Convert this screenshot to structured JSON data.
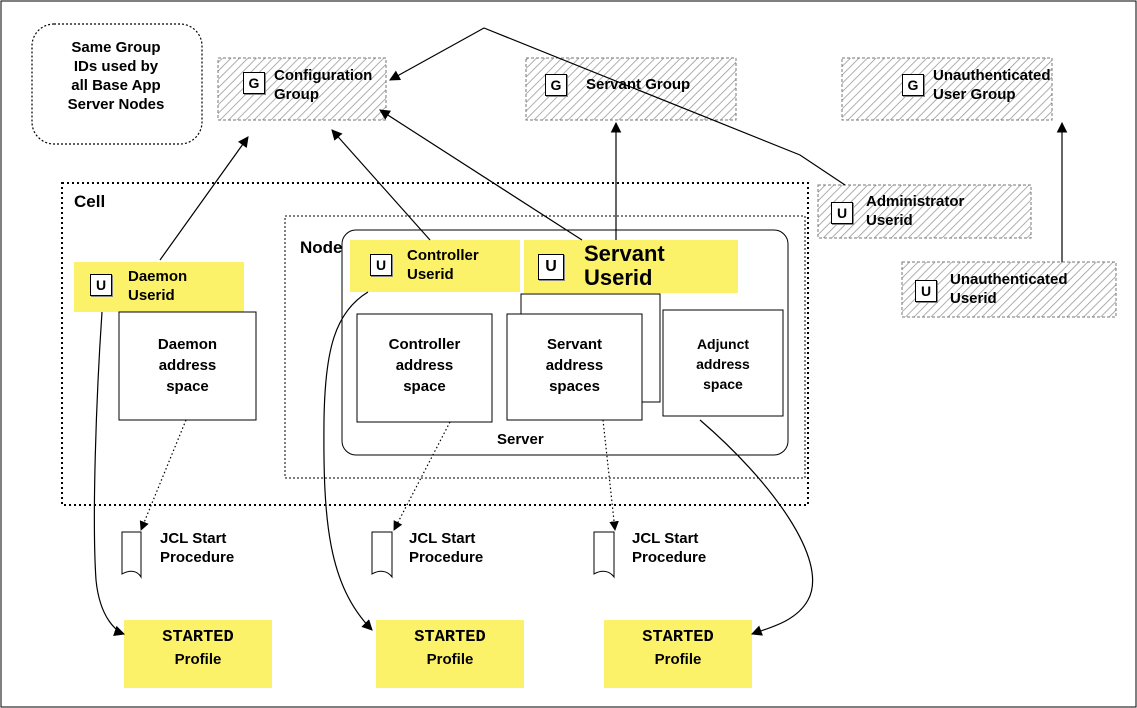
{
  "note": {
    "line1": "Same Group",
    "line2": "IDs used by",
    "line3": "all Base App",
    "line4": "Server Nodes"
  },
  "groups": {
    "configuration": {
      "badge": "G",
      "line1": "Configuration",
      "line2": "Group"
    },
    "servant": {
      "badge": "G",
      "line1": "Servant Group"
    },
    "unauthenticated": {
      "badge": "G",
      "line1": "Unauthenticated",
      "line2": "User Group"
    }
  },
  "userids": {
    "administrator": {
      "badge": "U",
      "line1": "Administrator",
      "line2": "Userid"
    },
    "unauthenticated": {
      "badge": "U",
      "line1": "Unauthenticated",
      "line2": "Userid"
    },
    "daemon": {
      "badge": "U",
      "line1": "Daemon",
      "line2": "Userid"
    },
    "controller": {
      "badge": "U",
      "line1": "Controller",
      "line2": "Userid"
    },
    "servant": {
      "badge": "U",
      "line1": "Servant",
      "line2": "Userid"
    }
  },
  "containers": {
    "cell": "Cell",
    "node": "Node",
    "server": "Server"
  },
  "address_spaces": {
    "daemon": {
      "line1": "Daemon",
      "line2": "address",
      "line3": "space"
    },
    "controller": {
      "line1": "Controller",
      "line2": "address",
      "line3": "space"
    },
    "servant": {
      "line1": "Servant",
      "line2": "address",
      "line3": "spaces"
    },
    "adjunct": {
      "line1": "Adjunct",
      "line2": "address",
      "line3": "space"
    }
  },
  "procedures": {
    "daemon": {
      "line1": "JCL Start",
      "line2": "Procedure"
    },
    "controller": {
      "line1": "JCL Start",
      "line2": "Procedure"
    },
    "servant": {
      "line1": "JCL Start",
      "line2": "Procedure"
    }
  },
  "profiles": {
    "daemon": {
      "line1": "STARTED",
      "line2": "Profile"
    },
    "controller": {
      "line1": "STARTED",
      "line2": "Profile"
    },
    "servant": {
      "line1": "STARTED",
      "line2": "Profile"
    }
  },
  "colors": {
    "highlight": "#fcf26a",
    "hatch": "#9a9a9a",
    "border": "#000000"
  }
}
